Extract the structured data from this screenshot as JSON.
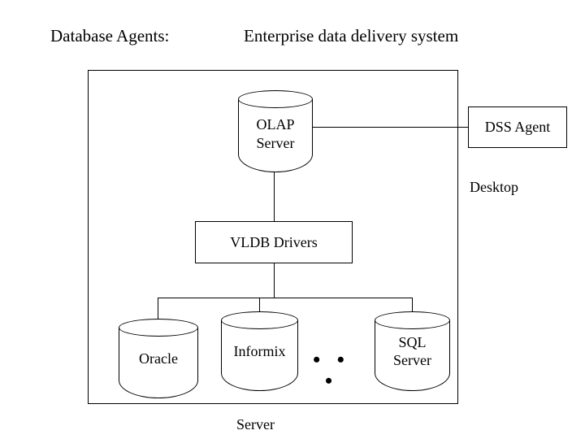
{
  "title": {
    "label": "Database Agents:",
    "value": "Enterprise data delivery system"
  },
  "diagram": {
    "type": "block-diagram",
    "nodes": {
      "olap_server": "OLAP\nServer",
      "olap_server_line1": "OLAP",
      "olap_server_line2": "Server",
      "dss_agent": "DSS Agent",
      "desktop": "Desktop",
      "vldb_drivers": "VLDB Drivers",
      "oracle": "Oracle",
      "informix": "Informix",
      "ellipsis": "• • •",
      "sql_server_line1": "SQL",
      "sql_server_line2": "Server",
      "server_caption": "Server"
    }
  }
}
